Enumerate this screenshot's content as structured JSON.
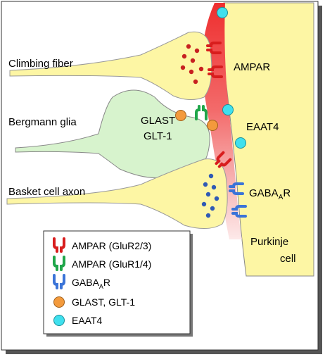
{
  "labels": {
    "climbing_fiber": "Climbing fiber",
    "bergmann_glia": "Bergmann glia",
    "basket_cell_axon": "Basket cell axon",
    "ampar": "AMPAR",
    "eaat4": "EAAT4",
    "glast": "GLAST",
    "glt1": "GLT-1",
    "gabaar_main": "GABA",
    "gabaar_sub": "A",
    "gabaar_tail": "R",
    "purkinje_line1": "Purkinje",
    "purkinje_line2": "cell"
  },
  "legend": {
    "ampar_2_3": "AMPAR (GluR2/3)",
    "ampar_1_4": "AMPAR (GluR1/4)",
    "gabaar_main": "GABA",
    "gabaar_sub": "A",
    "gabaar_tail": "R",
    "glast_glt1": "GLAST, GLT-1",
    "eaat4": "EAAT4"
  },
  "colors": {
    "purkinje": "#fdf6a4",
    "terminal": "#fdf6a4",
    "glia": "#d7f3cd",
    "ampar_red": "#d81d1d",
    "ampar_green": "#1fa64a",
    "gaba_blue": "#3b74d8",
    "glast_orange": "#f39a3c",
    "eaat4_cyan": "#3fe0ee",
    "cleft_red": "#ef3b3b"
  }
}
